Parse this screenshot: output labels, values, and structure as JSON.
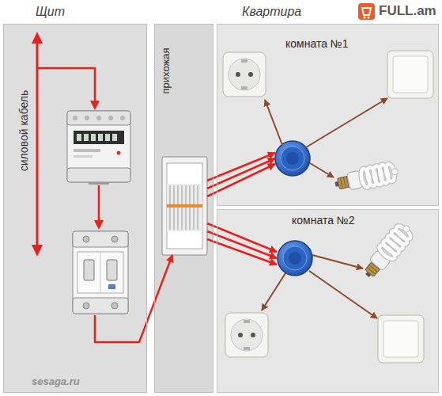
{
  "diagram": {
    "nodes": [
      {
        "text": [
          "Щит"
        ]
      },
      {
        "text": [
          "Квартира"
        ]
      },
      {
        "text": [
          "прихожая"
        ],
        "in": 1
      },
      {
        "text": [
          "комната №1"
        ],
        "in": 1
      },
      {
        "text": [
          "комната №2"
        ],
        "in": 1
      }
    ],
    "edges": [
      {
        "from": 0,
        "to": 2,
        "arrow": "to"
      },
      {
        "from": 2,
        "to": 3,
        "arrow": "to"
      },
      {
        "from": 2,
        "to": 3,
        "arrow": "to"
      },
      {
        "from": 2,
        "to": 3,
        "arrow": "to"
      },
      {
        "from": 2,
        "to": 4,
        "arrow": "to"
      },
      {
        "from": 2,
        "to": 4,
        "arrow": "to"
      },
      {
        "from": 2,
        "to": 4,
        "arrow": "to"
      }
    ],
    "labels": [
      "силовой кабель",
      "sesaga.ru",
      "FULL.am"
    ]
  }
}
